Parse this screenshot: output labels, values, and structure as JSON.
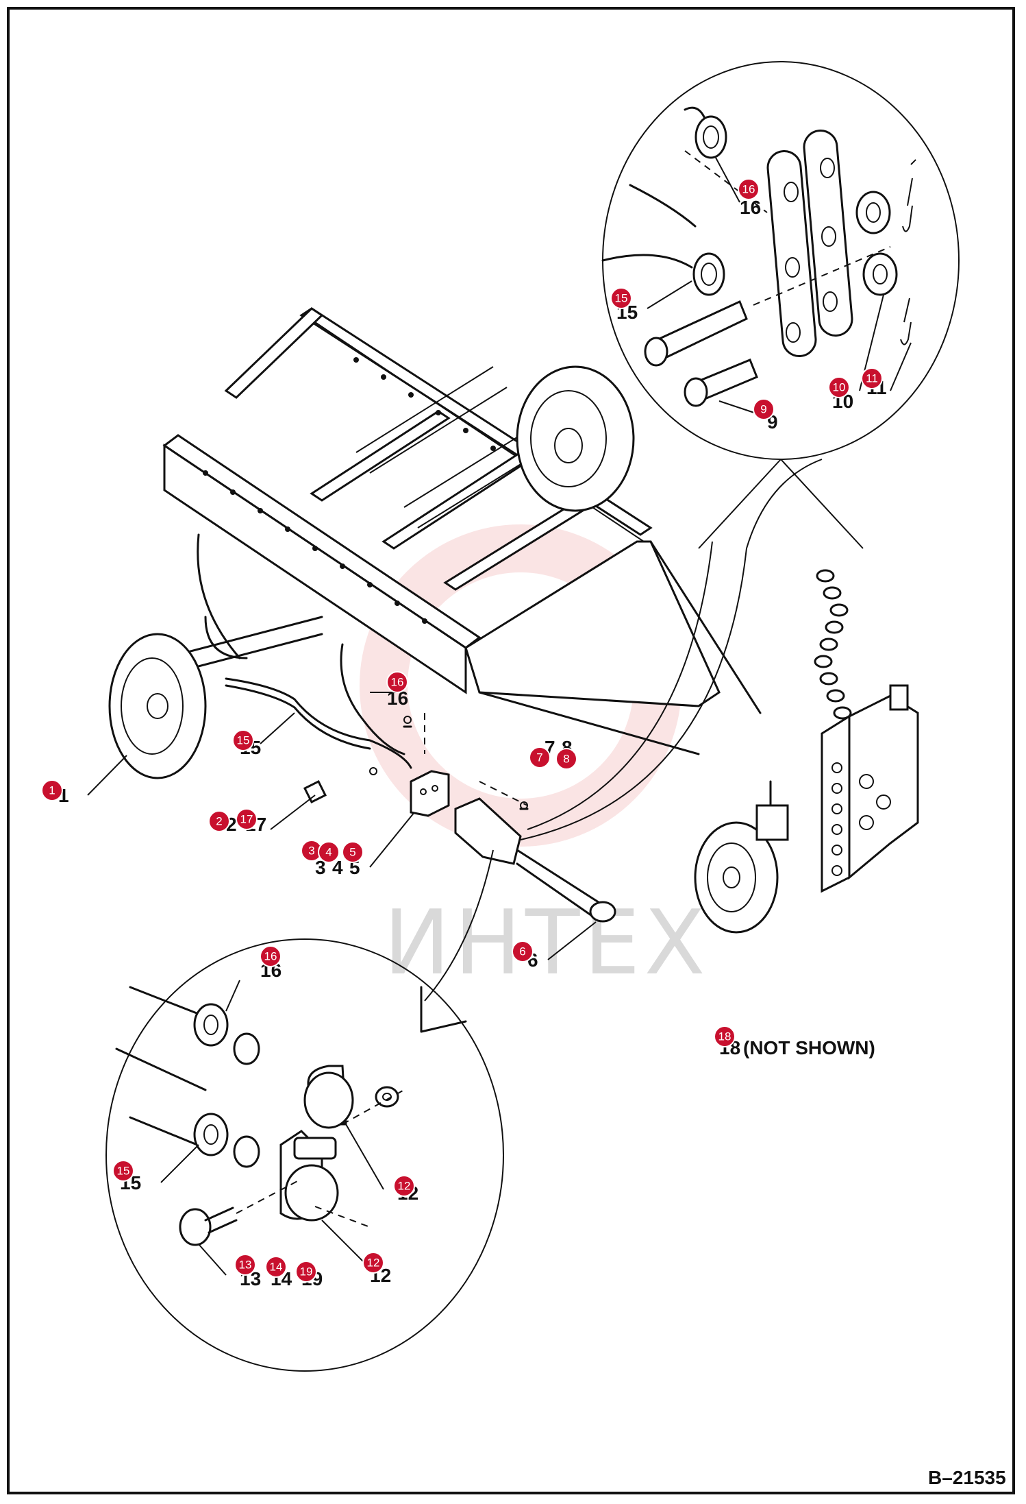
{
  "drawing_number": "B–21535",
  "note_not_shown": "(NOT SHOWN)",
  "watermark": "ИНТЕХ",
  "callouts": [
    {
      "id": "c1",
      "num": "1",
      "label": "1"
    },
    {
      "id": "c2",
      "num": "2",
      "label": "2"
    },
    {
      "id": "c17",
      "num": "17",
      "label": "17"
    },
    {
      "id": "c3",
      "num": "3",
      "label": "3"
    },
    {
      "id": "c4",
      "num": "4",
      "label": "4"
    },
    {
      "id": "c5",
      "num": "5",
      "label": "5"
    },
    {
      "id": "c6",
      "num": "6",
      "label": "6"
    },
    {
      "id": "c7",
      "num": "7",
      "label": "7"
    },
    {
      "id": "c8",
      "num": "8",
      "label": "8"
    },
    {
      "id": "c15a",
      "num": "15",
      "label": "15"
    },
    {
      "id": "c16a",
      "num": "16",
      "label": "16"
    },
    {
      "id": "c16b",
      "num": "16",
      "label": "16"
    },
    {
      "id": "c15b",
      "num": "15",
      "label": "15"
    },
    {
      "id": "c9",
      "num": "9",
      "label": "9"
    },
    {
      "id": "c10",
      "num": "10",
      "label": "10"
    },
    {
      "id": "c11",
      "num": "11",
      "label": "11"
    },
    {
      "id": "c16c",
      "num": "16",
      "label": "16"
    },
    {
      "id": "c15c",
      "num": "15",
      "label": "15"
    },
    {
      "id": "c12a",
      "num": "12",
      "label": "12"
    },
    {
      "id": "c12b",
      "num": "12",
      "label": "12"
    },
    {
      "id": "c13",
      "num": "13",
      "label": "13"
    },
    {
      "id": "c14",
      "num": "14",
      "label": "14"
    },
    {
      "id": "c19",
      "num": "19",
      "label": "19"
    },
    {
      "id": "c18",
      "num": "18",
      "label": "18"
    }
  ]
}
